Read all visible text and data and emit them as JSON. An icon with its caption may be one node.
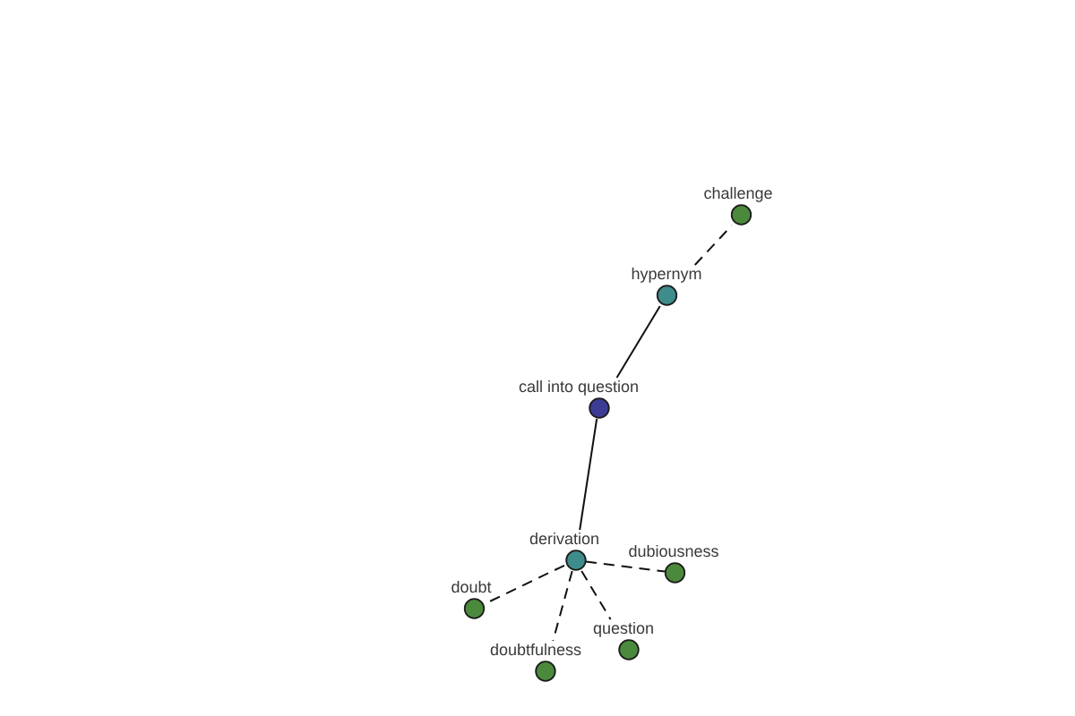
{
  "diagram": {
    "nodes": [
      {
        "text": [
          "challenge"
        ]
      },
      {
        "text": [
          "hypernym"
        ]
      },
      {
        "text": [
          "call into question"
        ]
      },
      {
        "text": [
          "derivation"
        ]
      },
      {
        "text": [
          "dubiousness"
        ]
      },
      {
        "text": [
          "doubt"
        ]
      },
      {
        "text": [
          "question"
        ]
      },
      {
        "text": [
          "doubtfulness"
        ]
      }
    ],
    "edges": [
      {
        "from": 1,
        "to": 0,
        "arrow": "none",
        "style": "dashed"
      },
      {
        "from": 2,
        "to": 1,
        "arrow": "none"
      },
      {
        "from": 2,
        "to": 3,
        "arrow": "none"
      },
      {
        "from": 3,
        "to": 4,
        "arrow": "none",
        "style": "dashed"
      },
      {
        "from": 3,
        "to": 5,
        "arrow": "none",
        "style": "dashed"
      },
      {
        "from": 3,
        "to": 6,
        "arrow": "none",
        "style": "dashed"
      },
      {
        "from": 3,
        "to": 7,
        "arrow": "none",
        "style": "dashed"
      }
    ]
  }
}
